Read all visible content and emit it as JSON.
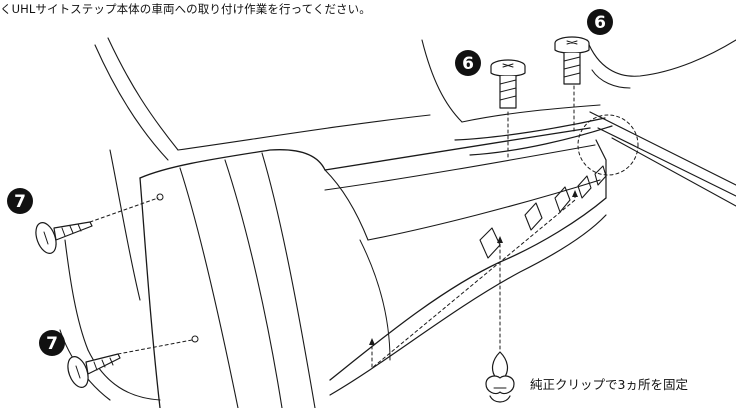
{
  "caption": "くUHLサイトステップ本体の車両への取り付け作業を行ってください。",
  "clip_note": "純正クリップで3ヵ所を固定",
  "callouts": [
    {
      "number": "6"
    },
    {
      "number": "6"
    },
    {
      "number": "7"
    },
    {
      "number": "7"
    }
  ],
  "colors": {
    "line": "#1a1a1a",
    "badge": "#111111"
  },
  "icons": {
    "bolt": "hex-bolt-icon",
    "screw": "tapping-screw-icon",
    "clip": "push-clip-icon"
  }
}
